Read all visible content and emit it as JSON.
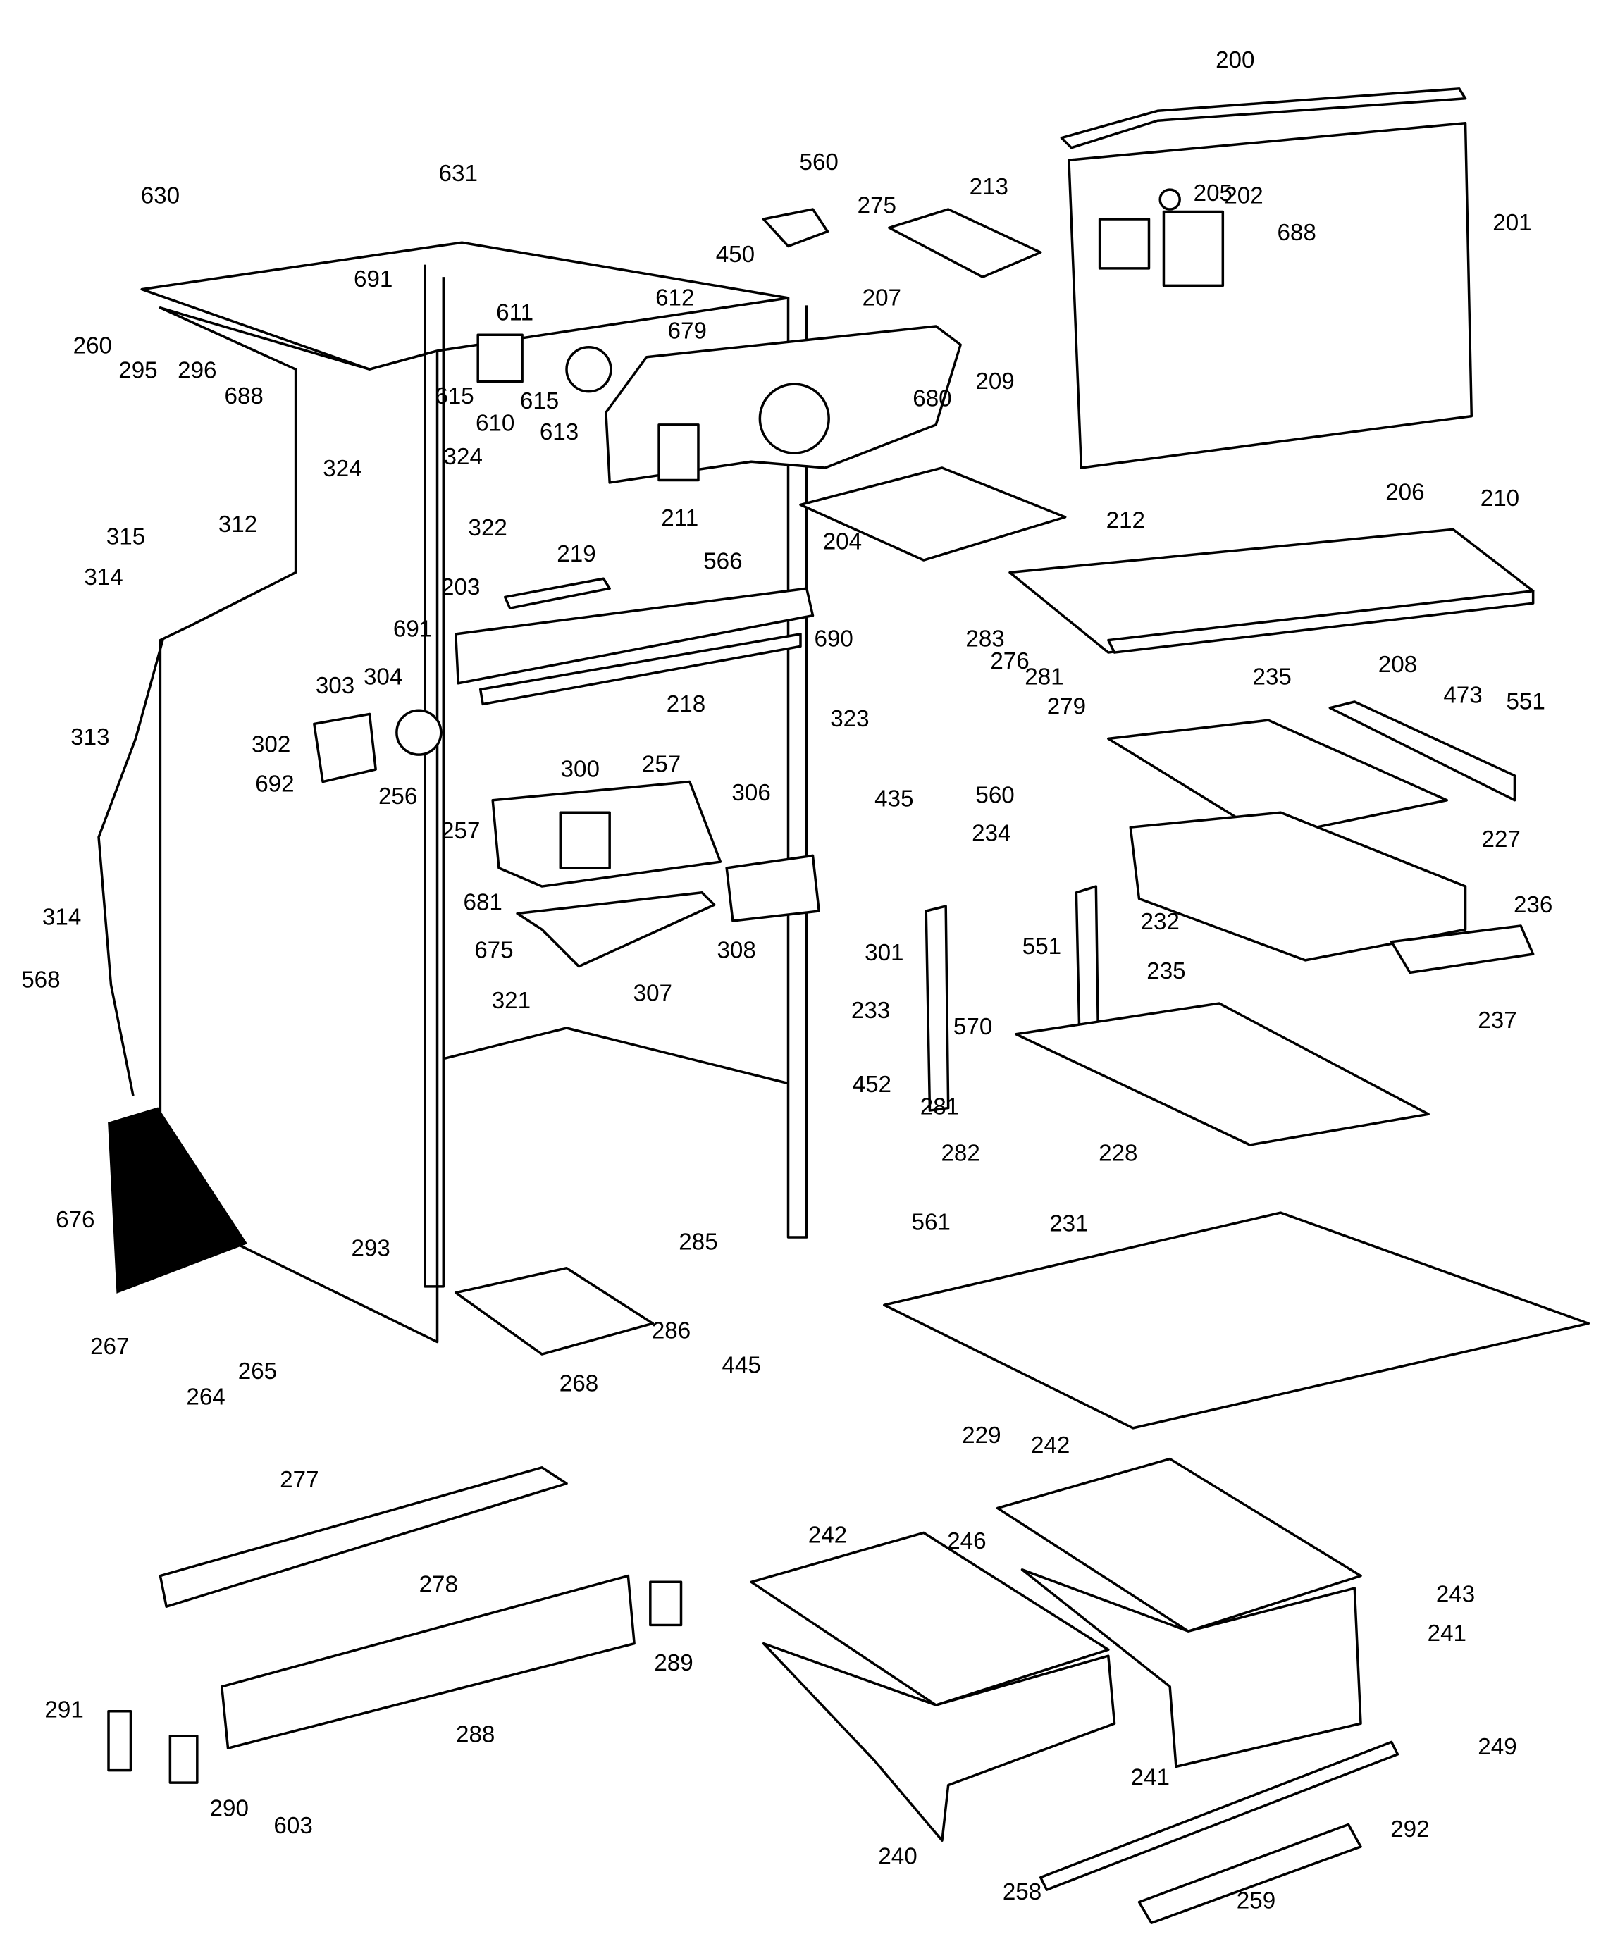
{
  "diagram": {
    "type": "exploded-parts-diagram",
    "line_color": "#000000",
    "background": "#ffffff",
    "part_labels": [
      "200",
      "201",
      "202",
      "205",
      "688",
      "213",
      "560",
      "275",
      "450",
      "631",
      "630",
      "691",
      "611",
      "612",
      "679",
      "207",
      "260",
      "688",
      "295",
      "296",
      "324",
      "615",
      "610",
      "615",
      "613",
      "324",
      "322",
      "680",
      "209",
      "211",
      "212",
      "206",
      "210",
      "315",
      "312",
      "314",
      "566",
      "204",
      "219",
      "203",
      "691",
      "690",
      "283",
      "276",
      "281",
      "208",
      "473",
      "551",
      "235",
      "218",
      "323",
      "279",
      "303",
      "304",
      "302",
      "300",
      "257",
      "306",
      "435",
      "560",
      "234",
      "227",
      "313",
      "692",
      "256",
      "257",
      "681",
      "236",
      "314",
      "568",
      "675",
      "307",
      "308",
      "301",
      "551",
      "232",
      "235",
      "233",
      "570",
      "237",
      "321",
      "452",
      "281",
      "282",
      "228",
      "676",
      "293",
      "285",
      "561",
      "231",
      "267",
      "286",
      "445",
      "264",
      "265",
      "268",
      "229",
      "242",
      "277",
      "242",
      "246",
      "278",
      "243",
      "241",
      "289",
      "291",
      "288",
      "249",
      "241",
      "290",
      "603",
      "292",
      "240",
      "258",
      "259"
    ]
  }
}
